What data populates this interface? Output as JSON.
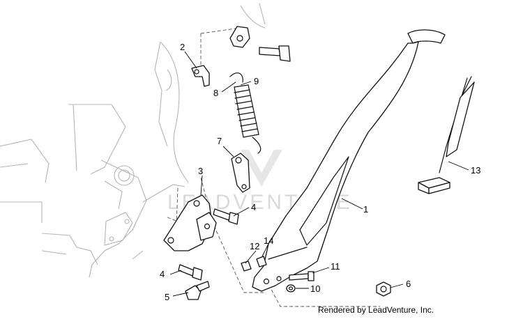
{
  "watermark": "LEADVENTURE",
  "credit": "Rendered by LeadVenture, Inc.",
  "callouts": {
    "c1": "1",
    "c2": "2",
    "c3": "3",
    "c4a": "4",
    "c4b": "4",
    "c5": "5",
    "c6": "6",
    "c7": "7",
    "c8": "8",
    "c9": "9",
    "c10": "10",
    "c11": "11",
    "c12": "12",
    "c13": "13",
    "c14": "14"
  },
  "colors": {
    "line": "#111111",
    "ghost": "#b4b4b4",
    "watermark": "#d9d9d9",
    "background": "#ffffff"
  }
}
